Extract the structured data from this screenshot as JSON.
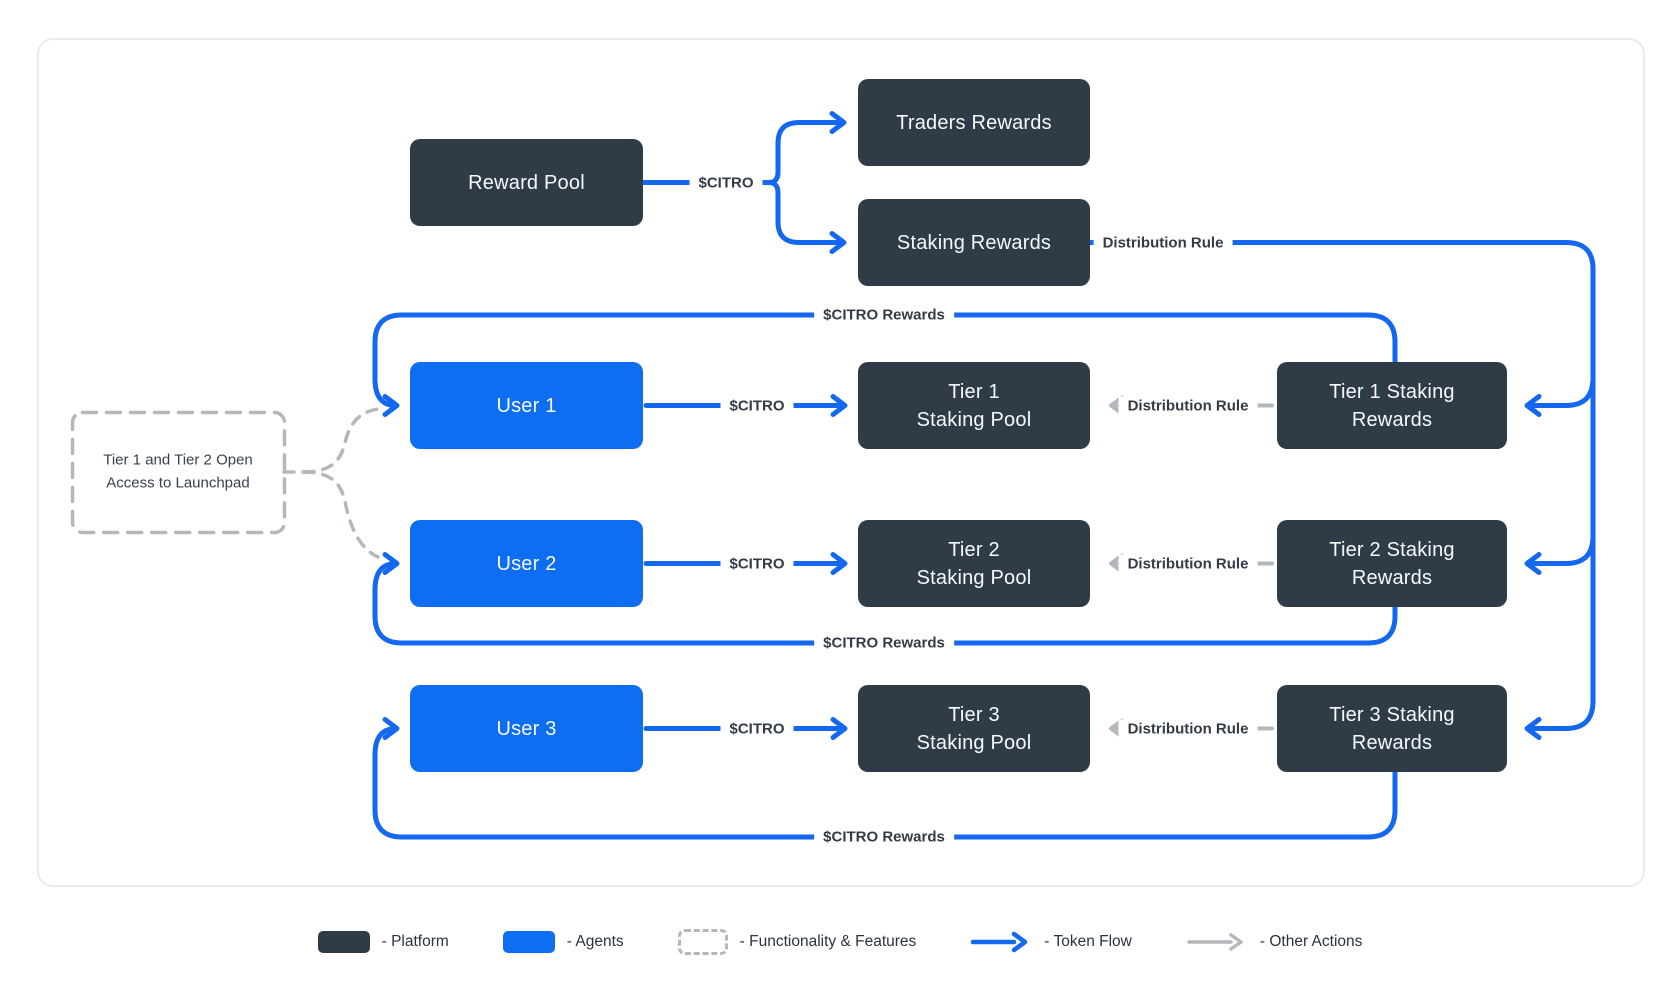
{
  "diagram_title": "CITRO token flow and staking rewards diagram",
  "colors": {
    "platform_box": "#2f3b47",
    "agent_box": "#0d6ef2",
    "token_flow_line": "#1467ef",
    "other_action_line": "#b4b8bc",
    "box_text": "#f7f9fa",
    "label_text": "#333c46",
    "card_border": "#e9ebee"
  },
  "nodes": {
    "reward_pool": {
      "label": "Reward Pool"
    },
    "traders_rewards": {
      "label": "Traders Rewards"
    },
    "staking_rewards": {
      "label": "Staking Rewards"
    },
    "user_1": {
      "label": "User 1"
    },
    "user_2": {
      "label": "User 2"
    },
    "user_3": {
      "label": "User 3"
    },
    "tier_1_staking_pool": {
      "line1": "Tier 1",
      "line2": "Staking Pool"
    },
    "tier_2_staking_pool": {
      "line1": "Tier 2",
      "line2": "Staking Pool"
    },
    "tier_3_staking_pool": {
      "line1": "Tier 3",
      "line2": "Staking Pool"
    },
    "tier_1_staking_rewards": {
      "line1": "Tier 1 Staking",
      "line2": "Rewards"
    },
    "tier_2_staking_rewards": {
      "line1": "Tier 2 Staking",
      "line2": "Rewards"
    },
    "tier_3_staking_rewards": {
      "line1": "Tier 3 Staking",
      "line2": "Rewards"
    }
  },
  "note": {
    "line1": "Tier 1 and Tier 2 Open",
    "line2": "Access to Launchpad"
  },
  "edges": {
    "citro": "$CITRO",
    "citro_rewards": "$CITRO Rewards",
    "distribution_rule": "Distribution Rule"
  },
  "legend": {
    "items": [
      {
        "swatch": "platform-box",
        "label": "- Platform"
      },
      {
        "swatch": "agent-box",
        "label": "- Agents"
      },
      {
        "swatch": "dashed-box",
        "label": "- Functionality & Features"
      },
      {
        "swatch": "blue-arrow",
        "label": "- Token Flow"
      },
      {
        "swatch": "gray-arrow",
        "label": "- Other Actions"
      }
    ]
  }
}
